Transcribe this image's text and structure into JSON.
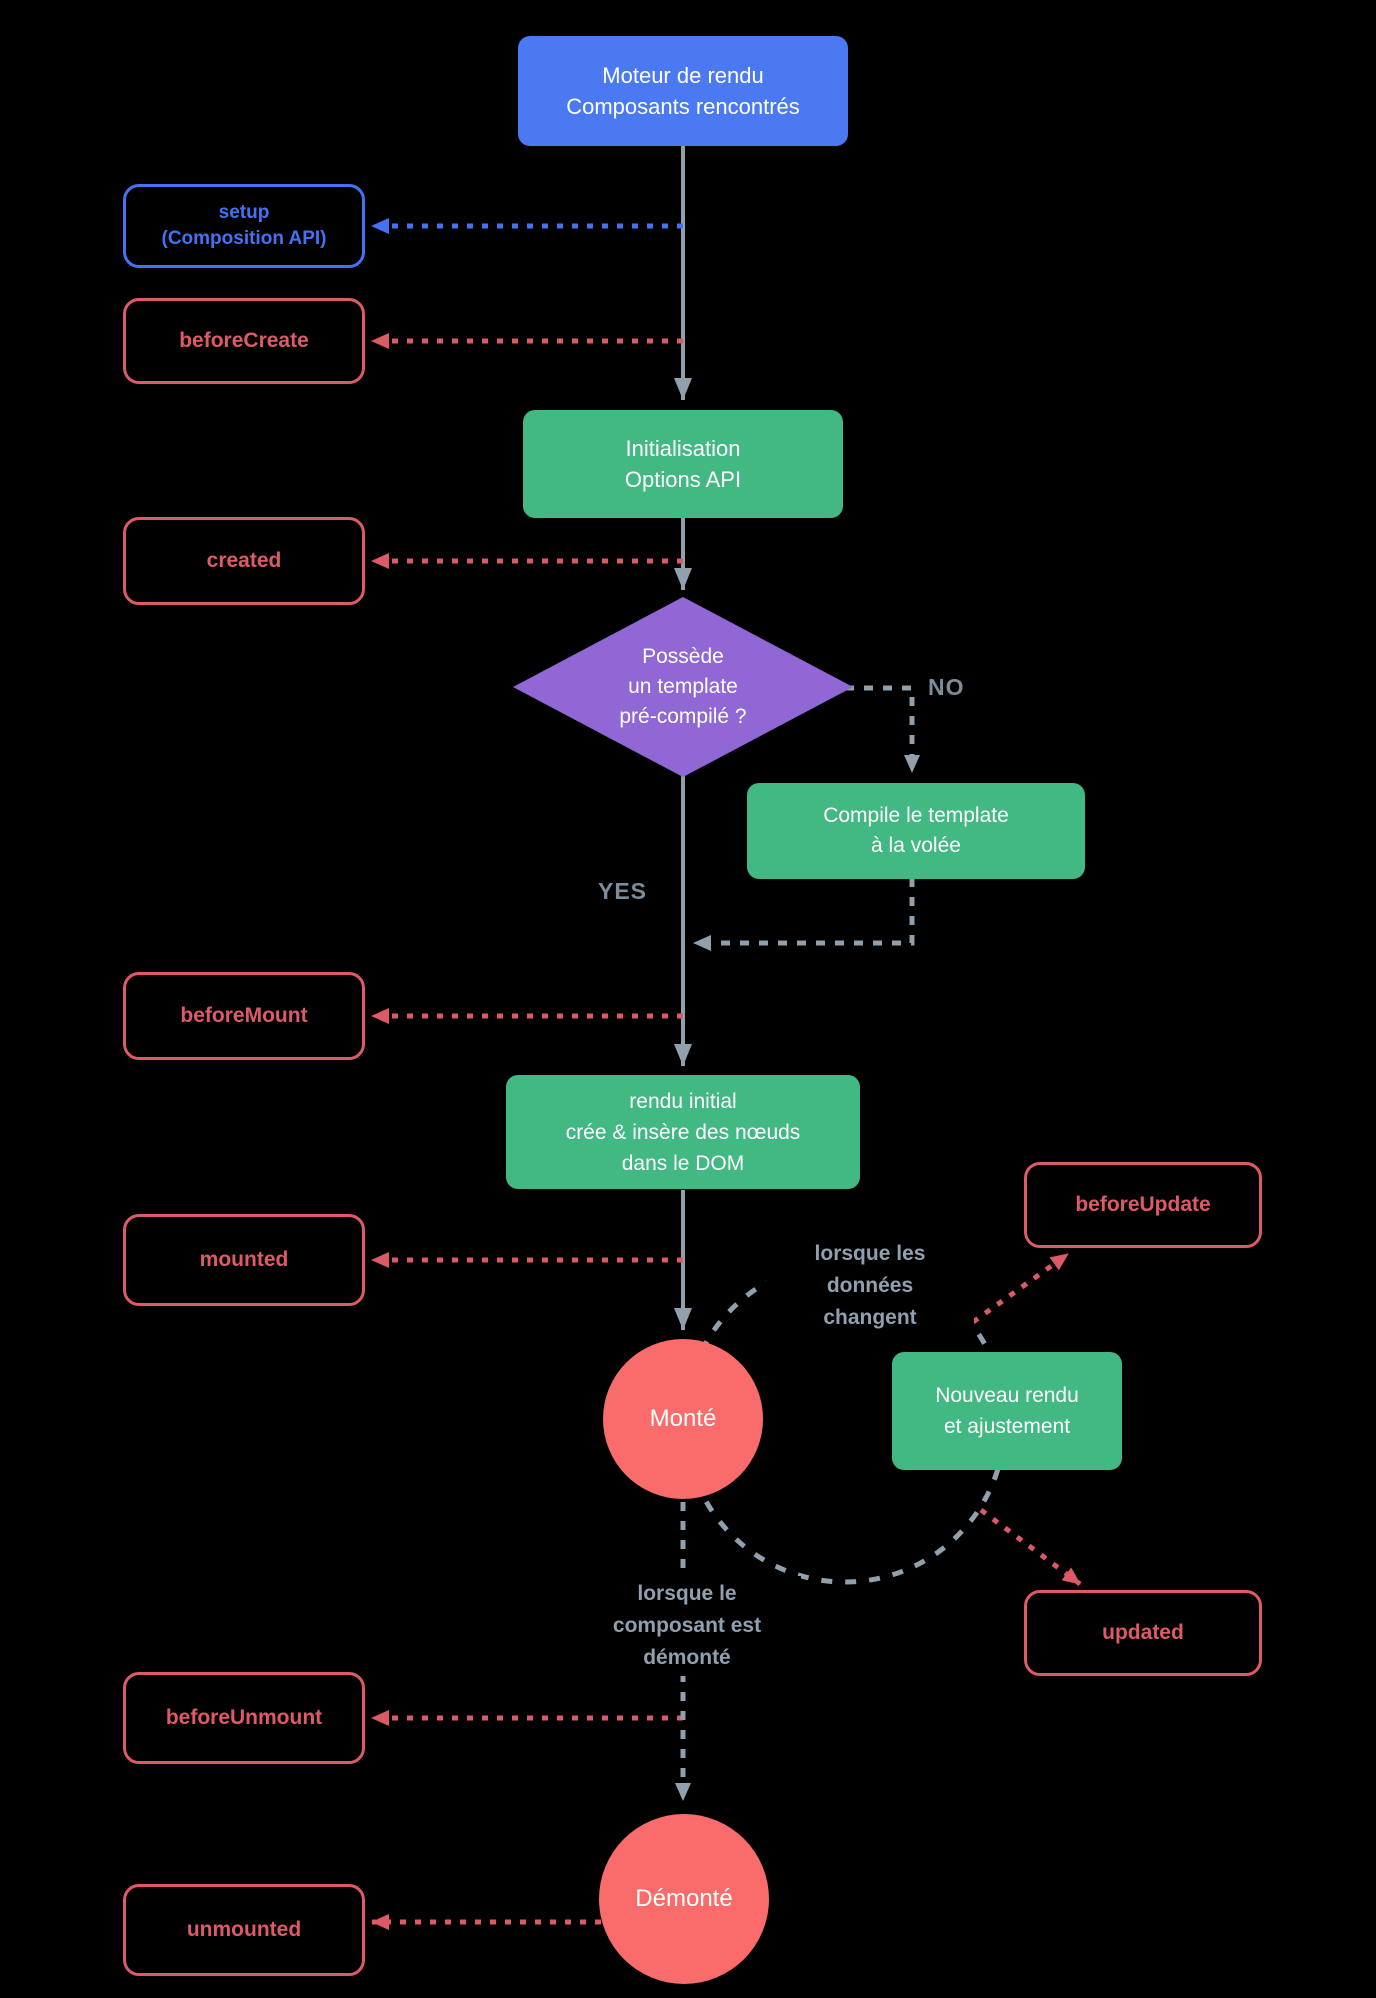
{
  "diagram": {
    "description": "Vue component lifecycle flowchart (French)",
    "nodes": {
      "render_engine": {
        "line1": "Moteur de rendu",
        "line2": "Composants rencontrés"
      },
      "setup": {
        "line1": "setup",
        "line2": "(Composition API)"
      },
      "before_create": {
        "label": "beforeCreate"
      },
      "init_options": {
        "line1": "Initialisation",
        "line2": "Options API"
      },
      "created": {
        "label": "created"
      },
      "decision_template": {
        "line1": "Possède",
        "line2": "un template",
        "line3": "pré-compilé ?"
      },
      "compile_template": {
        "line1": "Compile le template",
        "line2": "à la volée"
      },
      "before_mount": {
        "label": "beforeMount"
      },
      "initial_render": {
        "line1": "rendu initial",
        "line2": "crée & insère des nœuds",
        "line3": "dans le DOM"
      },
      "mounted": {
        "label": "mounted"
      },
      "monte": {
        "label": "Monté"
      },
      "before_update": {
        "label": "beforeUpdate"
      },
      "new_render": {
        "line1": "Nouveau rendu",
        "line2": "et ajustement"
      },
      "updated": {
        "label": "updated"
      },
      "before_unmount": {
        "label": "beforeUnmount"
      },
      "demonte": {
        "label": "Démonté"
      },
      "unmounted": {
        "label": "unmounted"
      }
    },
    "labels": {
      "no": "NO",
      "yes": "YES",
      "data_change": {
        "line1": "lorsque les",
        "line2": "données",
        "line3": "changent"
      },
      "unmount_note": {
        "line1": "lorsque le",
        "line2": "composant est",
        "line3": "démonté"
      }
    },
    "edges": [
      {
        "from": "render_engine",
        "to": "init_options",
        "style": "solid",
        "color": "#90a0ad"
      },
      {
        "from": "main_line",
        "to": "setup",
        "style": "dashed",
        "color": "#4472f5"
      },
      {
        "from": "main_line",
        "to": "before_create",
        "style": "dashed",
        "color": "#dc5a66"
      },
      {
        "from": "init_options",
        "to": "decision_template",
        "style": "solid",
        "color": "#90a0ad"
      },
      {
        "from": "main_line",
        "to": "created",
        "style": "dashed",
        "color": "#dc5a66"
      },
      {
        "from": "decision_template",
        "to": "compile_template",
        "style": "dashed",
        "color": "#90a0ad",
        "label": "NO"
      },
      {
        "from": "compile_template",
        "to": "main_line",
        "style": "dashed",
        "color": "#90a0ad"
      },
      {
        "from": "decision_template",
        "to": "initial_render",
        "style": "solid",
        "color": "#90a0ad",
        "label": "YES"
      },
      {
        "from": "main_line",
        "to": "before_mount",
        "style": "dashed",
        "color": "#dc5a66"
      },
      {
        "from": "initial_render",
        "to": "monte",
        "style": "solid",
        "color": "#90a0ad"
      },
      {
        "from": "main_line",
        "to": "mounted",
        "style": "dashed",
        "color": "#dc5a66"
      },
      {
        "from": "update_loop",
        "to": "before_update",
        "style": "dashed",
        "color": "#dc5a66"
      },
      {
        "from": "update_loop",
        "to": "updated",
        "style": "dashed",
        "color": "#dc5a66"
      },
      {
        "from": "monte",
        "to": "demonte",
        "style": "dashed",
        "color": "#90a0ad"
      },
      {
        "from": "dashed_line",
        "to": "before_unmount",
        "style": "dashed",
        "color": "#dc5a66"
      },
      {
        "from": "demonte",
        "to": "unmounted",
        "style": "dashed",
        "color": "#dc5a66"
      }
    ],
    "colors": {
      "background": "#000000",
      "blue_fill": "#4a79f2",
      "blue_accent": "#4472f5",
      "green_fill": "#42b883",
      "purple_fill": "#9067d5",
      "salmon_fill": "#fa6b6b",
      "red_accent": "#dc5a66",
      "gray_line": "#90a0ad",
      "gray_label": "#7d8c99"
    }
  }
}
